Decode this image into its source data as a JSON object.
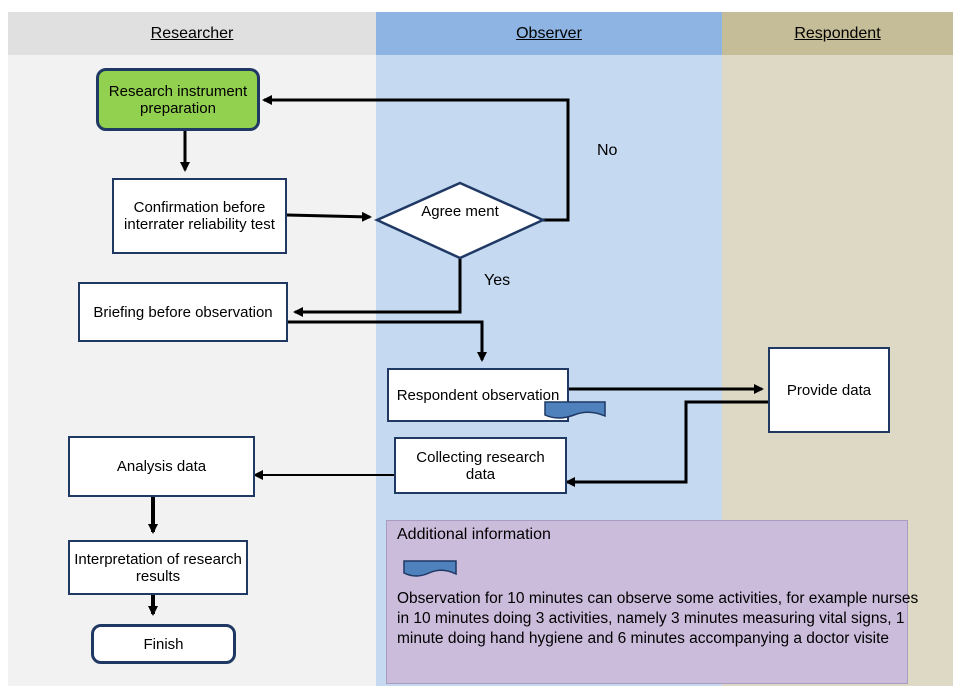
{
  "lanes": {
    "researcher": "Researcher",
    "observer": "Observer",
    "respondent": "Respondent"
  },
  "nodes": {
    "prep": "Research instrument preparation",
    "confirm": "Confirmation before interrater reliability test",
    "agreement": "Agree ment",
    "briefing": "Briefing before observation",
    "observation": "Respondent observation",
    "provide": "Provide data",
    "collect": "Collecting research data",
    "analysis": "Analysis data",
    "interpret": "Interpretation of research results",
    "finish": "Finish"
  },
  "edges": {
    "no": "No",
    "yes": "Yes"
  },
  "info": {
    "title": "Additional information",
    "body": "Observation for 10 minutes can observe some activities, for example nurses in 10 minutes doing 3 activities, namely 3 minutes measuring vital signs, 1 minute doing hand hygiene and 6 minutes accompanying a doctor visite"
  },
  "colors": {
    "researcher_lane": "#f2f2f2",
    "researcher_head": "#e0e0e0",
    "observer_lane": "#c5d9f1",
    "observer_head": "#8db4e2",
    "respondent_lane": "#ddd9c4",
    "respondent_head": "#c4bd97",
    "start_node": "#92d050",
    "node_border": "#1f3864",
    "document_icon": "#4f81bd"
  }
}
